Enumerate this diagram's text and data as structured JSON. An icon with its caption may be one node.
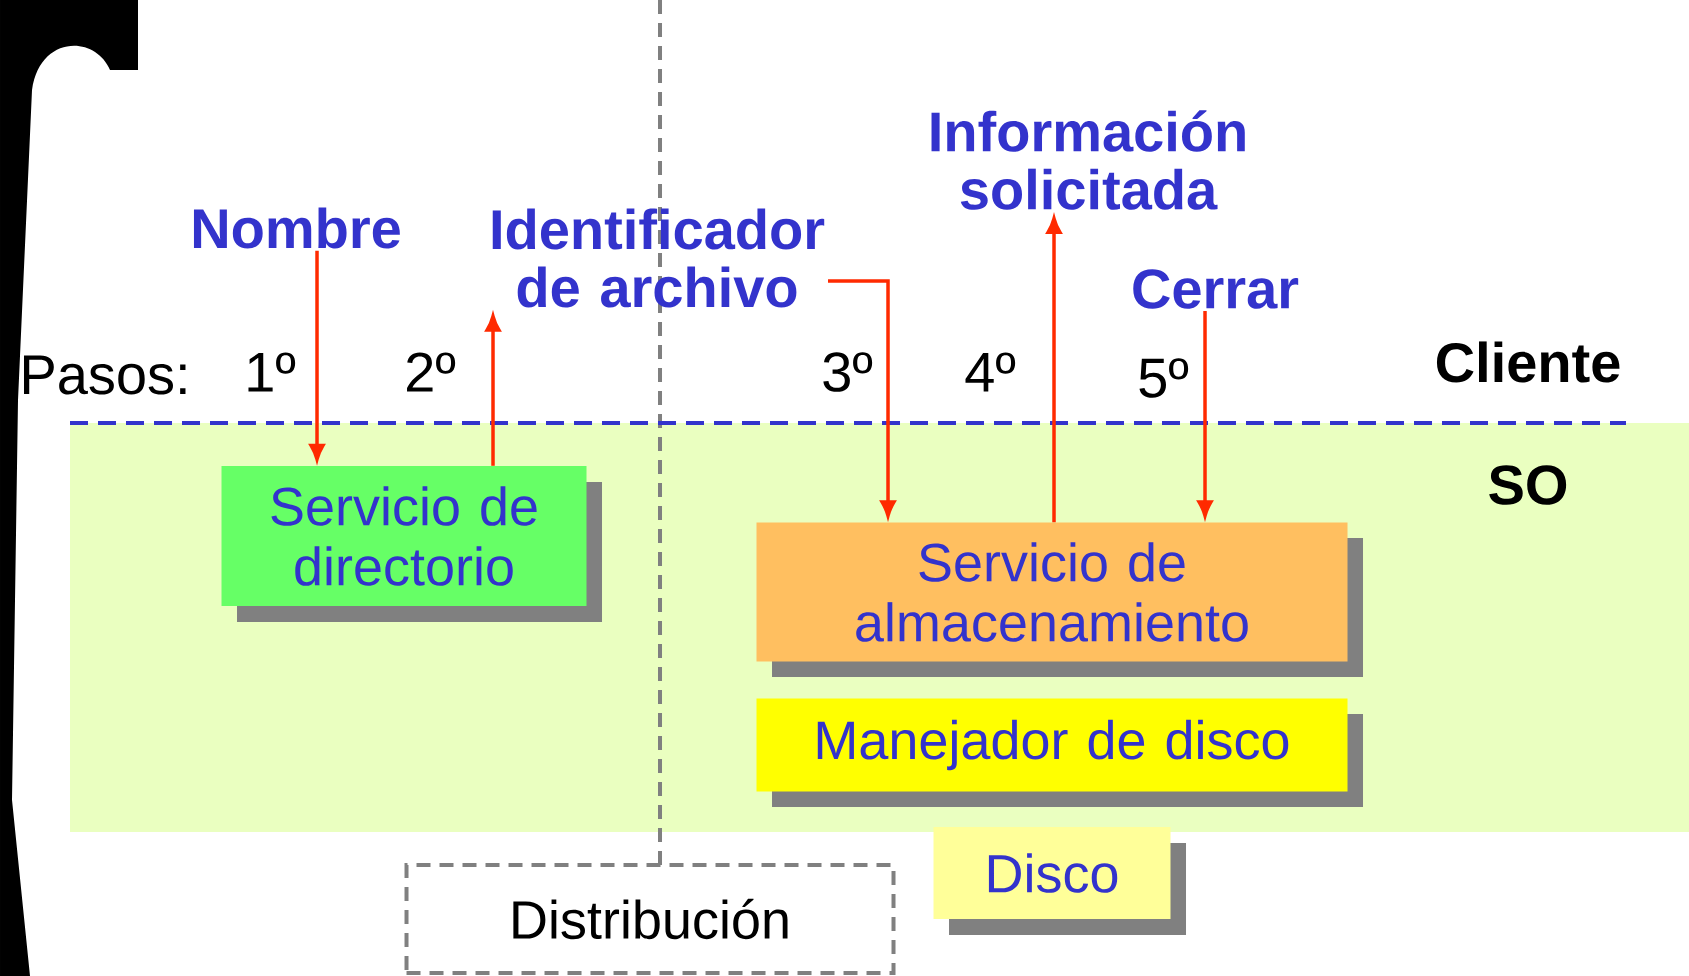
{
  "diagram": {
    "nodes": [
      {
        "text": [
          "Nombre"
        ]
      },
      {
        "text": [
          "Identificador de archivo"
        ]
      },
      {
        "text": [
          "Información solicitada"
        ]
      },
      {
        "text": [
          "Cerrar"
        ]
      },
      {
        "text": [
          "Servicio de directorio"
        ]
      },
      {
        "text": [
          "Servicio de almacenamiento"
        ]
      },
      {
        "text": [
          "Manejador de disco"
        ]
      },
      {
        "text": [
          "Disco"
        ]
      },
      {
        "text": [
          "Distribución"
        ]
      }
    ],
    "edges": [
      {
        "from": 0,
        "to": 4,
        "arrow": "to"
      },
      {
        "from": 4,
        "to": 1,
        "arrow": "to"
      },
      {
        "from": 1,
        "to": 5,
        "arrow": "to"
      },
      {
        "from": 5,
        "to": 2,
        "arrow": "to"
      },
      {
        "from": 3,
        "to": 5,
        "arrow": "to"
      }
    ],
    "labels": [
      "Pasos:",
      "1º",
      "2º",
      "3º",
      "4º",
      "5º",
      "Cliente",
      "SO"
    ]
  }
}
